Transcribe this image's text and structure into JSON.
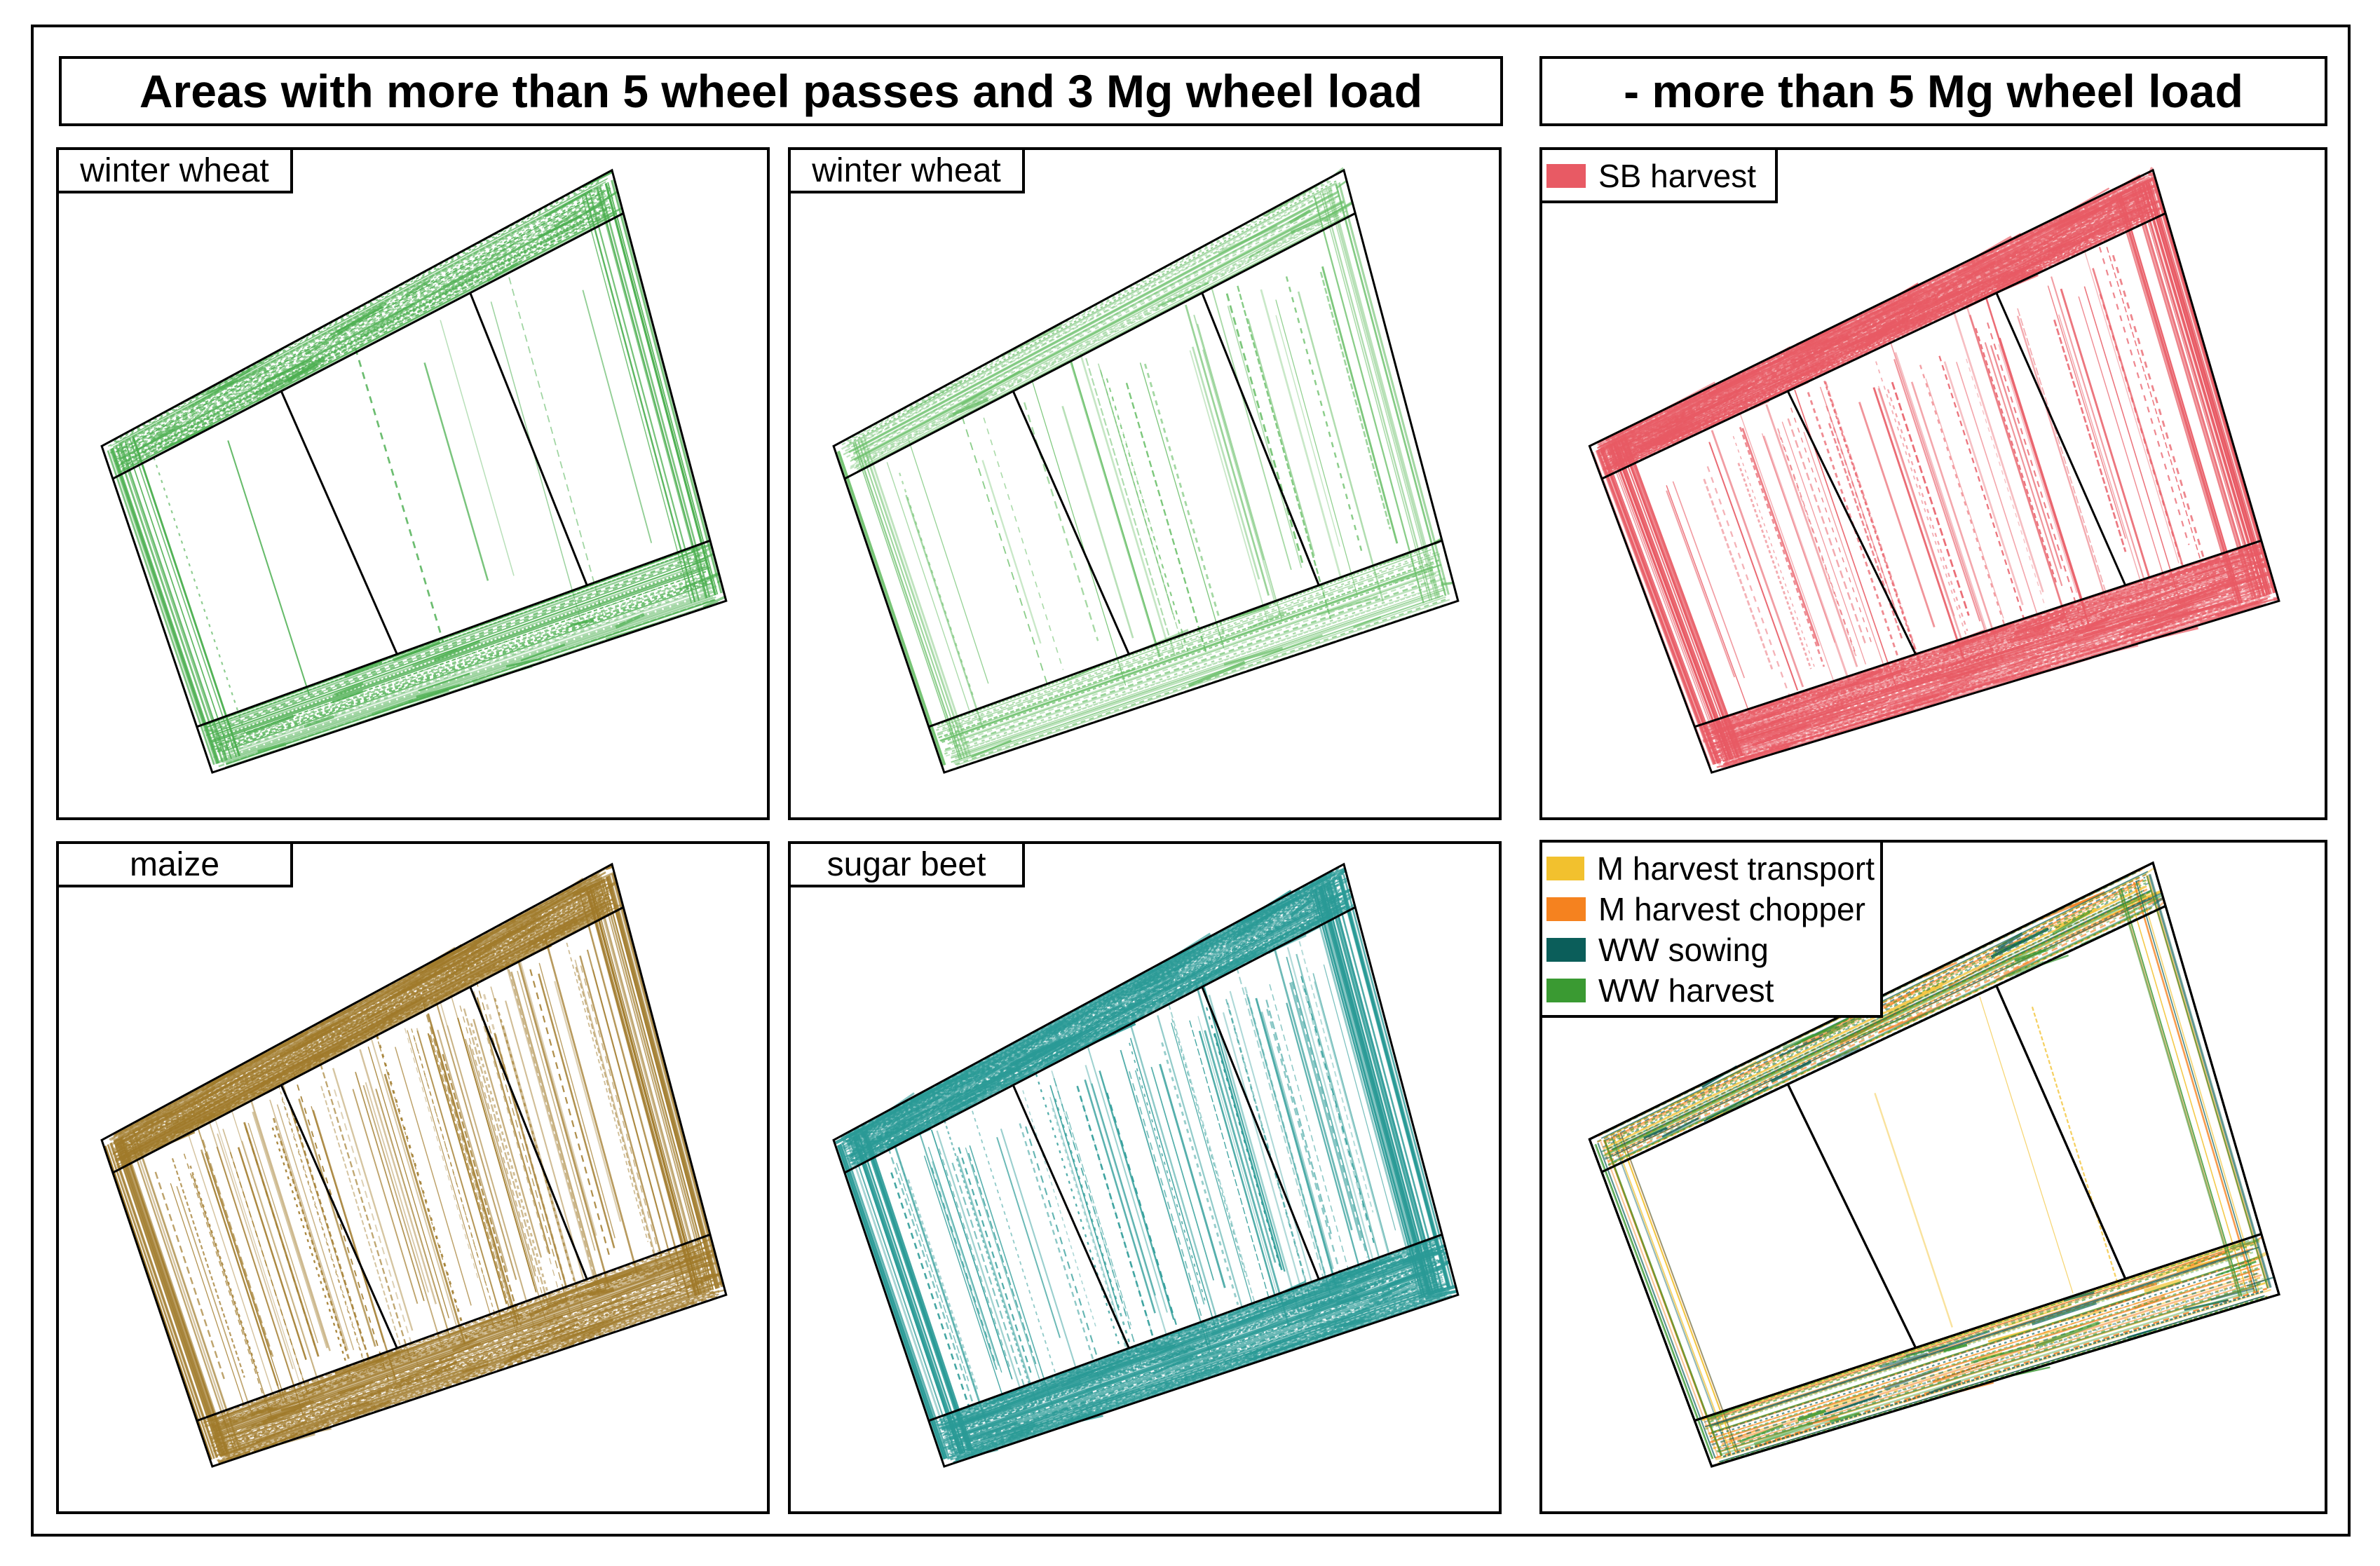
{
  "headers": {
    "left": "Areas with more than 5 wheel passes and 3 Mg wheel load",
    "right": "- more than 5 Mg wheel load"
  },
  "panels": [
    {
      "label": "winter wheat",
      "color": "#4caf50",
      "density": "medium"
    },
    {
      "label": "winter wheat",
      "color": "#6abf69",
      "density": "light"
    },
    {
      "label": "maize",
      "color": "#a07a2a",
      "density": "heavy"
    },
    {
      "label": "sugar beet",
      "color": "#2a9a96",
      "density": "heavy"
    }
  ],
  "right_panels": [
    {
      "legend": [
        {
          "label": "SB harvest",
          "color": "#e85a64"
        }
      ]
    },
    {
      "legend": [
        {
          "label": "M harvest transport",
          "color": "#f2c12e"
        },
        {
          "label": "M harvest chopper",
          "color": "#f5821f"
        },
        {
          "label": "WW sowing",
          "color": "#0b5e5a"
        },
        {
          "label": "WW harvest",
          "color": "#3a9a32"
        }
      ]
    }
  ]
}
